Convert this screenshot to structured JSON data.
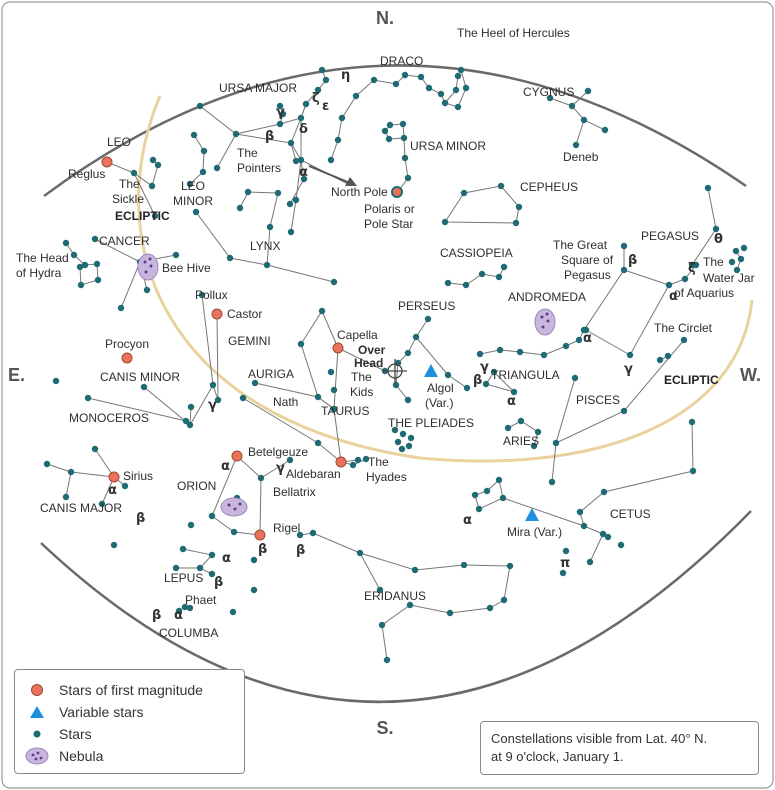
{
  "colors": {
    "star": "#1e6b73",
    "first_magnitude": "#e8735a",
    "variable": "#1f8fe0",
    "nebula_fill": "#c9b6dd",
    "nebula_dot": "#5d3b8a",
    "ecliptic": "#ead29e",
    "horizon": "#6a6a6a",
    "line": "#777777"
  },
  "directions": {
    "north": "N.",
    "south": "S.",
    "east": "E.",
    "west": "W."
  },
  "ecliptic_labels": [
    "ECLIPTIC",
    "ECLIPTIC"
  ],
  "constellations": {
    "ursa_major": "URSA MAJOR",
    "draco": "DRACO",
    "heel_of_hercules": "The Heel of Hercules",
    "cygnus": "CYGNUS",
    "deneb": "Deneb",
    "ursa_minor": "URSA MINOR",
    "north_pole": "North Pole",
    "polaris_line1": "Polaris or",
    "polaris_line2": "Pole Star",
    "cepheus": "CEPHEUS",
    "leo": "LEO",
    "reglus": "Reglus",
    "sickle_line1": "The",
    "sickle_line2": "Sickle",
    "leo_minor_line1": "LEO",
    "leo_minor_line2": "MINOR",
    "pointers_line1": "The",
    "pointers_line2": "Pointers",
    "lynx": "LYNX",
    "cancer": "CANCER",
    "bee_hive": "Bee Hive",
    "head_hydra_line1": "The Head",
    "head_hydra_line2": "of Hydra",
    "cassiopeia": "CASSIOPEIA",
    "great_square_line1": "The Great",
    "great_square_line2": "Square of",
    "great_square_line3": "Pegasus",
    "pegasus": "PEGASUS",
    "water_jar_line1": "The",
    "water_jar_line2": "Water Jar",
    "water_jar_line3": "of Aquarius",
    "pollux": "Pollux",
    "castor": "Castor",
    "gemini": "GEMINI",
    "capella": "Capella",
    "over_head_line1": "Over",
    "over_head_line2": "Head",
    "perseus": "PERSEUS",
    "andromeda": "ANDROMEDA",
    "the_circlet": "The Circlet",
    "procyon": "Procyon",
    "canis_minor": "CANIS MINOR",
    "auriga": "AURIGA",
    "kids_line1": "The",
    "kids_line2": "Kids",
    "algol_line1": "Algol",
    "algol_line2": "(Var.)",
    "triangula": "TRIANGULA",
    "nath": "Nath",
    "taurus": "TAURUS",
    "the_pleiades": "THE PLEIADES",
    "pisces": "PISCES",
    "monoceros": "MONOCEROS",
    "aries": "ARIES",
    "betelgeuze": "Betelgeuze",
    "aldebaran": "Aldebaran",
    "hyades_line1": "The",
    "hyades_line2": "Hyades",
    "sirius": "Sirius",
    "orion": "ORION",
    "bellatrix": "Bellatrix",
    "canis_major": "CANIS MAJOR",
    "mira": "Mira (Var.)",
    "cetus": "CETUS",
    "rigel": "Rigel",
    "lepus": "LEPUS",
    "eridanus": "ERIDANUS",
    "phaet": "Phaet",
    "columba": "COLUMBA"
  },
  "greek": {
    "alpha": "α",
    "beta": "β",
    "gamma": "γ",
    "delta": "δ",
    "epsilon": "ε",
    "zeta": "ζ",
    "eta": "η",
    "theta": "θ",
    "pi": "π"
  },
  "legend": {
    "first_magnitude": "Stars of first magnitude",
    "variable": "Variable stars",
    "stars": "Stars",
    "nebula": "Nebula"
  },
  "caption": {
    "line1": "Constellations visible from Lat. 40° N.",
    "line2": "at 9 o'clock, January 1."
  }
}
